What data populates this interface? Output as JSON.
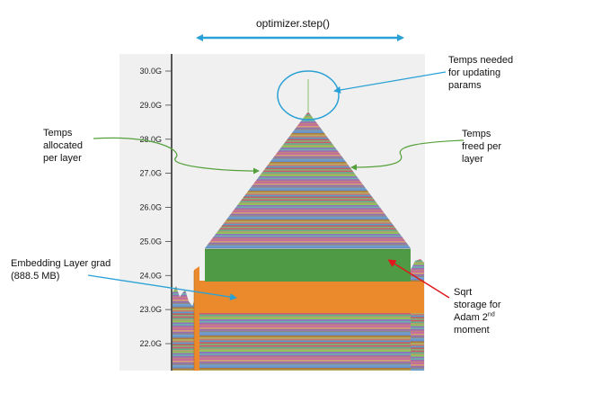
{
  "header": {
    "title": "optimizer.step()"
  },
  "axis": {
    "ticks": [
      "30.0G",
      "29.0G",
      "28.0G",
      "27.0G",
      "26.0G",
      "25.0G",
      "24.0G",
      "23.0G",
      "22.0G"
    ],
    "tick_values": [
      30,
      29,
      28,
      27,
      26,
      25,
      24,
      23,
      22
    ]
  },
  "annotations": {
    "temps_needed": "Temps needed\nfor updating\nparams",
    "temps_allocated": "Temps\nallocated\nper layer",
    "temps_freed": "Temps\nfreed per\nlayer",
    "embedding_grad": "Embedding Layer grad\n(888.5 MB)",
    "sqrt_line1": "Sqrt",
    "sqrt_line2": "storage for",
    "sqrt_line3_prefix": "Adam 2",
    "sqrt_line3_sup": "nd",
    "sqrt_line4": "moment"
  },
  "colors": {
    "panel_bg": "#f0f0f0",
    "arrow_blue": "#2aa1d6",
    "arrow_green": "#54a03c",
    "arrow_red": "#e0161b",
    "block_green": "#4f9a45",
    "block_orange": "#ea8a2c"
  }
}
